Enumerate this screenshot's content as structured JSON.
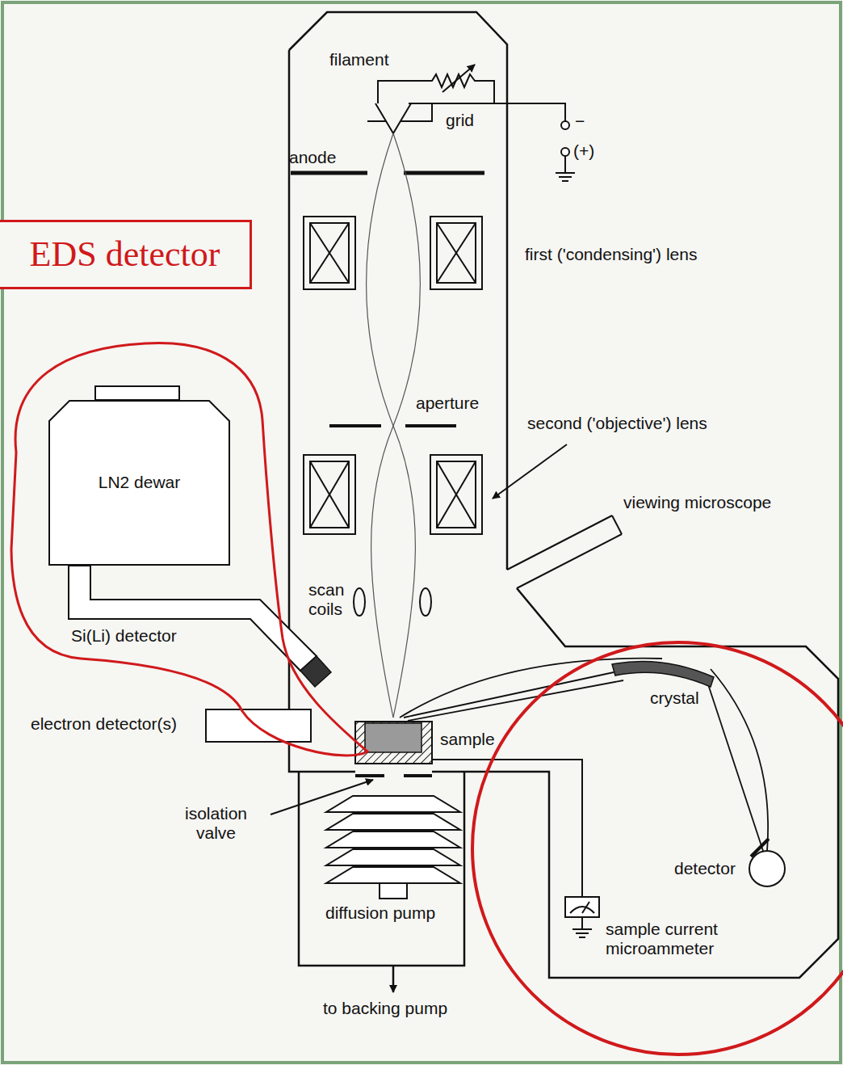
{
  "diagram": {
    "nodes": [
      {
        "text": [
          "EDS detector"
        ]
      },
      {
        "text": [
          "LN2 dewar"
        ]
      }
    ],
    "labels": [
      "filament",
      "grid",
      "−",
      "(+)",
      "anode",
      "first ('condensing') lens",
      "aperture",
      "second ('objective') lens",
      "viewing microscope",
      "scan coils",
      "Si(Li) detector",
      "electron detector(s)",
      "sample",
      "crystal",
      "detector",
      "isolation valve",
      "diffusion pump",
      "sample current microammeter",
      "to backing pump"
    ]
  }
}
